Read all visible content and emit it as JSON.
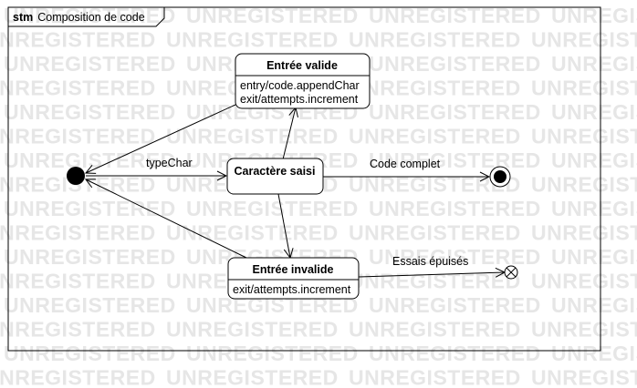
{
  "watermark": "UNREGISTERED",
  "frame": {
    "keyword": "stm",
    "name": "Composition de code"
  },
  "states": {
    "entree_valide": {
      "title": "Entrée valide",
      "activities": [
        "entry/code.appendChar",
        "exit/attempts.increment"
      ]
    },
    "caractere_saisi": {
      "title": "Caractère saisi"
    },
    "entree_invalide": {
      "title": "Entrée invalide",
      "activities": [
        "exit/attempts.increment"
      ]
    }
  },
  "transitions": {
    "type_char": "typeChar",
    "code_complet": "Code complet",
    "essais_epuises": "Essais épuisés"
  }
}
